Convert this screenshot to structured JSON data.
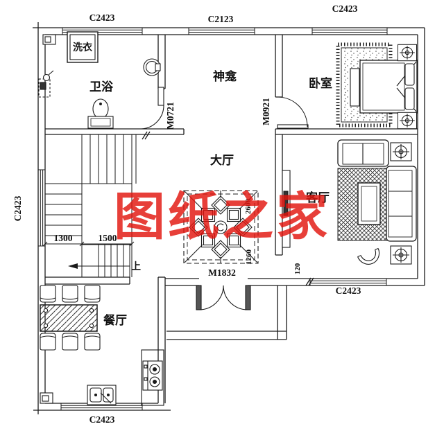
{
  "watermark": {
    "text": "图纸之家"
  },
  "rooms": {
    "laundry": "洗衣",
    "bathroom": "卫浴",
    "shrine": "神龛",
    "bedroom": "卧室",
    "hall": "大厅",
    "living_room": "客厅",
    "dining_room": "餐厅"
  },
  "windows": {
    "top_left": "C2423",
    "top_middle": "C2123",
    "top_right": "C2423",
    "left": "C2423",
    "bottom": "C2423",
    "front": "C2423"
  },
  "doors": {
    "bathroom": "M0721",
    "bedroom": "M0921",
    "entrance": "M1832"
  },
  "stairs": {
    "up": "上",
    "dim_left": "1300",
    "dim_right": "1500"
  },
  "dims": {
    "void_height": "2600",
    "void_width": "1260",
    "wall_offset": "120"
  },
  "colors": {
    "line": "#1a1a1a",
    "watermark": "#e2150e",
    "background": "#ffffff"
  }
}
